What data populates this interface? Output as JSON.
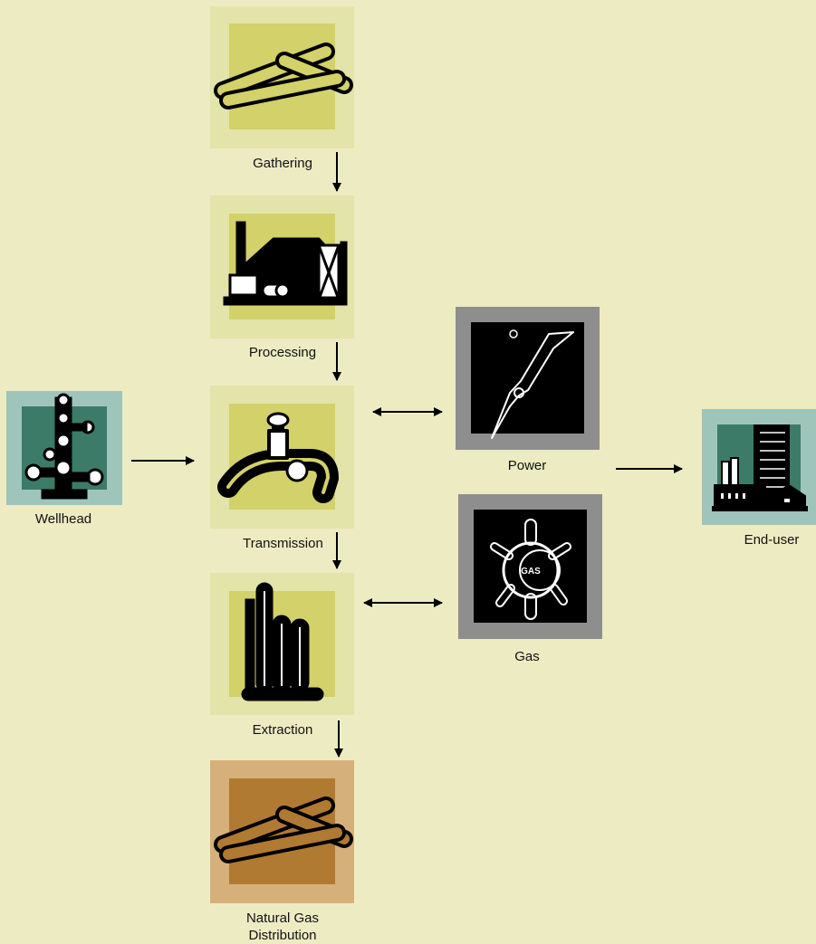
{
  "nodes": {
    "gathering": {
      "label": "Gathering",
      "icon": "pipes-icon"
    },
    "processing": {
      "label": "Processing",
      "icon": "plant-icon"
    },
    "transmission": {
      "label": "Transmission",
      "icon": "valve-icon"
    },
    "extraction": {
      "label": "Extraction",
      "icon": "columns-icon"
    },
    "distribution": {
      "label_line1": "Natural Gas",
      "label_line2": "Distribution",
      "icon": "pipes-icon"
    },
    "wellhead": {
      "label": "Wellhead",
      "icon": "wellhead-icon"
    },
    "power": {
      "label": "Power",
      "icon": "lightning-icon"
    },
    "gas": {
      "label": "Gas",
      "icon": "gas-meter-icon"
    },
    "enduser": {
      "label": "End-user",
      "icon": "buildings-icon"
    }
  },
  "gas_meter_text": "GAS",
  "colors": {
    "background": "#edebc2",
    "tile_green": "#e3e4a9",
    "tile_green_inner": "#d2d16a",
    "tile_teal": "#9fc5bb",
    "tile_teal_inner": "#3c7b68",
    "tile_gray": "#8e8e8e",
    "tile_tan": "#d6b07a",
    "tile_tan_inner": "#b07a32"
  }
}
